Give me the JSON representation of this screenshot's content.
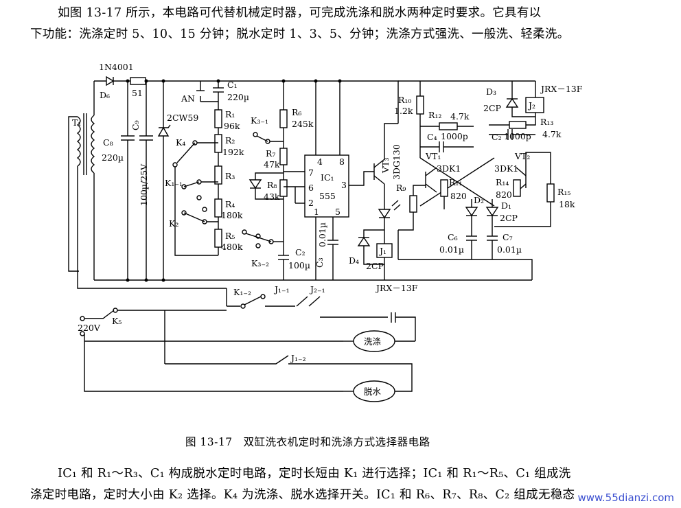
{
  "intro": {
    "line1": "如图 13-17 所示，本电路可代替机械定时器，可完成洗涤和脱水两种定时要求。它具有以",
    "line2": "下功能：洗涤定时 5、10、15 分钟；脱水定时 1、3、5、分钟；洗涤方式强洗、一般洗、轻柔洗。"
  },
  "caption": "图 13-17　双缸洗衣机定时和洗涤方式选择器电路",
  "body": {
    "line1": "IC₁ 和 R₁～R₃、C₁ 构成脱水定时电路，定时长短由 K₁ 进行选择；IC₁ 和 R₁～R₅、C₁ 组成洗",
    "line2": "涤定时电路，定时大小由 K₂ 选择。K₄ 为洗涤、脱水选择开关。IC₁ 和 R₆、R₇、R₈、C₂ 组成无稳态"
  },
  "watermark": "www.55dianzi.com",
  "labels": {
    "d6_part": "1N4001",
    "d6": "D₆",
    "r51": "51",
    "t1": "T₁",
    "c8": "C₈",
    "c8_val": "220µ",
    "c9": "C₉",
    "c9_val": "100µ/25V",
    "zener": "2CW59",
    "an": "AN",
    "c1": "C₁",
    "c1_val": "220µ",
    "r1": "R₁",
    "r1_val": "96k",
    "r2": "R₂",
    "r2_val": "192k",
    "r3": "R₃",
    "r4": "R₄",
    "r4_val": "180k",
    "r5": "R₅",
    "r5_val": "480k",
    "k4": "K₄",
    "k1_1": "K₁₋₁",
    "k2": "K₂",
    "k3_1": "K₃₋₁",
    "k3_2": "K₃₋₂",
    "r6": "R₆",
    "r6_val": "245k",
    "r7": "R₇",
    "r7_val": "47k",
    "r8": "R₈",
    "r8_val": "43k",
    "c2": "C₂",
    "c2_val": "100µ",
    "ic1": "IC₁",
    "ic1_part": "555",
    "pin4": "4",
    "pin8": "8",
    "pin7": "7",
    "pin6": "6",
    "pin2": "2",
    "pin3": "3",
    "pin1": "1",
    "pin5": "5",
    "c3": "C₃",
    "c3_val": "0.01µ",
    "vt3": "VT₃",
    "vt3_part": "3DG130",
    "r9": "R₉",
    "d4": "D₄",
    "d4_part": "2CP",
    "j1": "J₁",
    "jrx_bottom": "JRX－13F",
    "r10": "R₁₀",
    "r10_val": "1.2k",
    "r12": "R₁₂",
    "r12_val": "4.7k",
    "c4": "C₄",
    "c4_val": "1000p",
    "vt1": "VT₁",
    "vt1_part": "3DK1",
    "r11": "R₁₁",
    "r11_val": "820",
    "d3": "D₃",
    "d3_part": "2CP",
    "j2": "J₂",
    "jrx_top": "JRX－13F",
    "r13": "R₁₃",
    "r13_val": "4.7k",
    "c2b": "C₂",
    "c2b_val": "1000p",
    "vt2": "VT₂",
    "vt2_part": "3DK1",
    "r14": "R₁₄",
    "r14_val": "820",
    "r15": "R₁₅",
    "r15_val": "18k",
    "d2": "D₂",
    "d1": "D₁",
    "d1_part": "2CP",
    "c6": "C₆",
    "c6_val": "0.01µ",
    "c7": "C₇",
    "c7_val": "0.01µ",
    "k1_2": "K₁₋₂",
    "j1_1": "J₁₋₁",
    "j2_1": "J₂₋₁",
    "j1_2": "J₁₋₂",
    "v220": "220V",
    "k5": "K₅",
    "motor_wash": "洗涤",
    "motor_spin": "脱水"
  }
}
